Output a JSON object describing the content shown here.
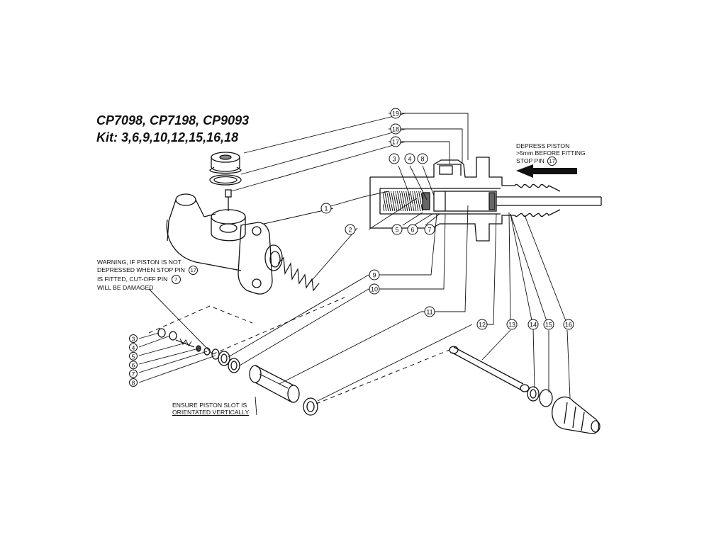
{
  "title": {
    "line1": "CP7098, CP7198, CP9093",
    "line2": "Kit: 3,6,9,10,12,15,16,18"
  },
  "notes": {
    "depress": [
      "DEPRESS PISTON",
      ">5mm BEFORE FITTING",
      "STOP PIN"
    ],
    "depress_ref": "17",
    "warning": [
      "WARNING, IF PISTON IS NOT",
      "DEPRESSED WHEN STOP PIN",
      "IS FITTED, CUT-OFF PIN",
      "WILL BE DAMAGED"
    ],
    "warning_refs": [
      "17",
      "7"
    ],
    "ensure": [
      "ENSURE PISTON SLOT IS",
      "ORIENTATED VERTICALLY"
    ]
  },
  "callouts": [
    {
      "id": "19",
      "label": "19"
    },
    {
      "id": "18",
      "label": "18"
    },
    {
      "id": "17",
      "label": "17"
    },
    {
      "id": "1",
      "label": "1"
    },
    {
      "id": "2",
      "label": "2"
    },
    {
      "id": "3",
      "label": "3"
    },
    {
      "id": "4",
      "label": "4"
    },
    {
      "id": "8",
      "label": "8"
    },
    {
      "id": "5",
      "label": "5"
    },
    {
      "id": "6",
      "label": "6"
    },
    {
      "id": "7",
      "label": "7"
    },
    {
      "id": "9",
      "label": "9"
    },
    {
      "id": "10",
      "label": "10"
    },
    {
      "id": "11",
      "label": "11"
    },
    {
      "id": "12",
      "label": "12"
    },
    {
      "id": "13",
      "label": "13"
    },
    {
      "id": "14",
      "label": "14"
    },
    {
      "id": "15",
      "label": "15"
    },
    {
      "id": "16",
      "label": "16"
    }
  ],
  "left_list": [
    "3",
    "4",
    "5",
    "6",
    "7",
    "8"
  ]
}
